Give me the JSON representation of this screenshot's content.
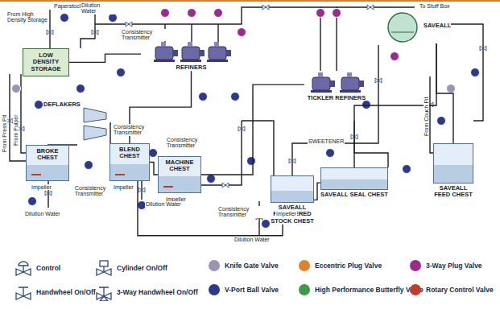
{
  "diagram": {
    "nodes": [
      {
        "text": [
          "LOW DENSITY STORAGE"
        ]
      },
      {
        "text": [
          "REFINERS"
        ]
      },
      {
        "text": [
          "TICKLER REFINERS"
        ]
      },
      {
        "text": [
          "SAVEALL"
        ]
      },
      {
        "text": [
          "DEFLAKERS"
        ]
      },
      {
        "text": [
          "BROKE CHEST"
        ]
      },
      {
        "text": [
          "BLEND CHEST"
        ]
      },
      {
        "text": [
          "MACHINE CHEST"
        ]
      },
      {
        "text": [
          "SAVEALL RECOVERED STOCK CHEST"
        ]
      },
      {
        "text": [
          "SAVEALL SEAL CHEST"
        ]
      },
      {
        "text": [
          "SAVEALL FEED CHEST"
        ]
      }
    ],
    "edges": [
      {
        "from": 0,
        "to": 1,
        "arrow": "none"
      },
      {
        "from": 1,
        "to": 6,
        "arrow": "none"
      },
      {
        "from": 5,
        "to": 4,
        "arrow": "none"
      },
      {
        "from": 4,
        "to": 6,
        "arrow": "none"
      },
      {
        "from": 6,
        "to": 7,
        "arrow": "none"
      },
      {
        "from": 7,
        "to": 2,
        "arrow": "none"
      },
      {
        "from": 10,
        "to": 3,
        "arrow": "none"
      },
      {
        "from": 3,
        "to": 9,
        "arrow": "none"
      },
      {
        "from": 9,
        "to": 8,
        "arrow": "none"
      },
      {
        "from": 8,
        "to": 6,
        "arrow": "none"
      }
    ],
    "labels": [
      "Paperstock",
      "From High Density Storage",
      "Dilution Water",
      "Consistency Transmitter",
      "To Stuff Box",
      "From Press Pit",
      "From Pulper",
      "Consistency Transmitter",
      "Consistency Transmitter",
      "Impeller",
      "Impeller",
      "Impeller",
      "Impeller",
      "Dilution Water",
      "Dilution Water",
      "Dilution Water",
      "Consistency Transmitter",
      "Consistency Transmitter",
      "SWEETENER",
      "From Couch Pit"
    ],
    "legend": [
      {
        "text": "Control"
      },
      {
        "text": "Handwheel On/Off"
      },
      {
        "text": "Cylinder On/Off"
      },
      {
        "text": "3-Way Handwheel On/Off"
      },
      {
        "text": "Knife Gate Valve",
        "color": "#9c94b8"
      },
      {
        "text": "V-Port Ball Valve",
        "color": "#2b3a8c"
      },
      {
        "text": "Eccentric Plug Valve",
        "color": "#e0822a"
      },
      {
        "text": "High Performance Butterfly Valve",
        "color": "#3d9a47"
      },
      {
        "text": "3-Way Plug Valve",
        "color": "#9b2c8e"
      },
      {
        "text": "Rotary Control Valve",
        "color": "#c63a2c"
      }
    ]
  }
}
